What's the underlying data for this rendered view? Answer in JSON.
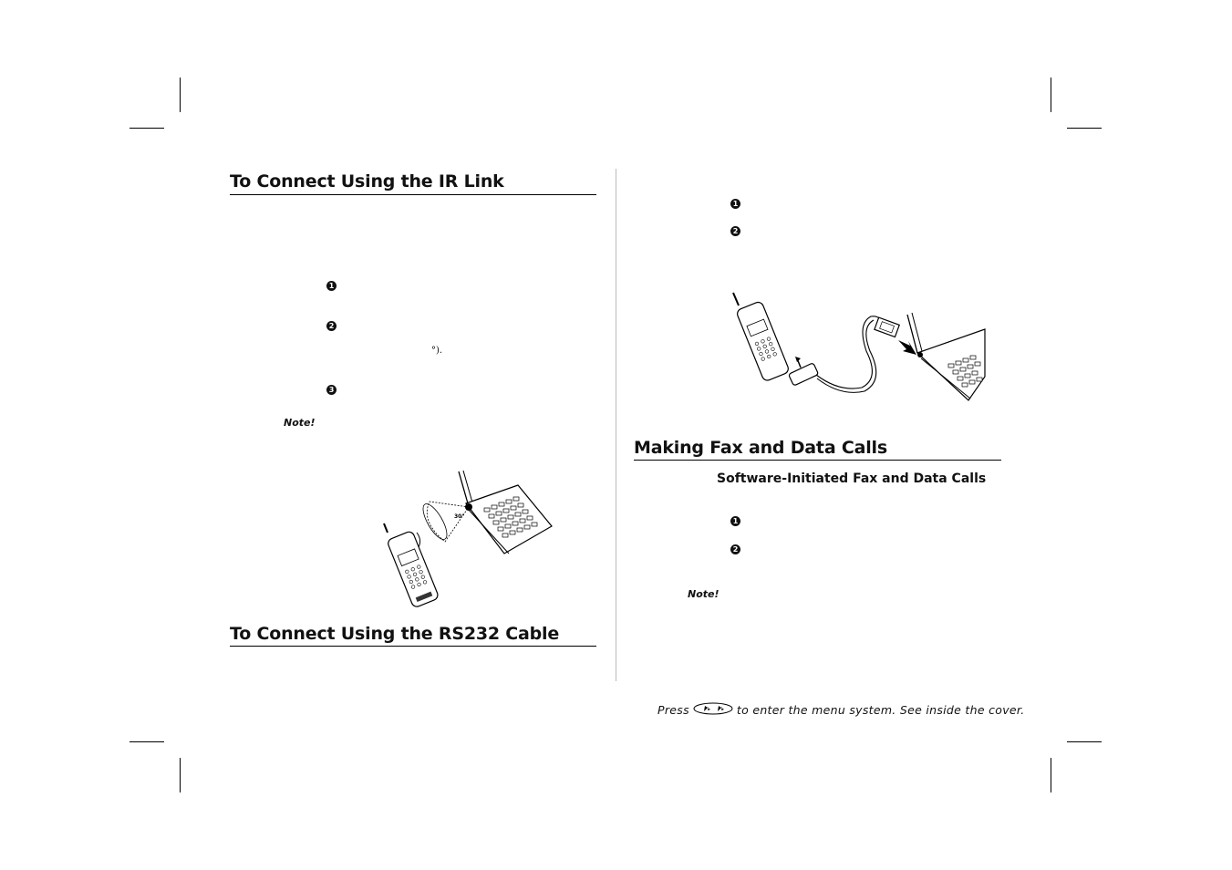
{
  "left_column": {
    "heading_ir": "To Connect Using the IR Link",
    "steps_ir": [
      "1",
      "2",
      "3"
    ],
    "fragment": "°).",
    "note_label": "Note!",
    "angle_label": "30°",
    "heading_rs232": "To Connect Using the RS232 Cable"
  },
  "right_column": {
    "steps_cable": [
      "1",
      "2"
    ],
    "heading_fax": "Making Fax and Data Calls",
    "subheading": "Software-Initiated Fax and Data Calls",
    "steps_fax": [
      "1",
      "2"
    ],
    "note_label": "Note!"
  },
  "footer": {
    "press": "Press",
    "rest": "to enter the menu system. See inside the cover."
  }
}
